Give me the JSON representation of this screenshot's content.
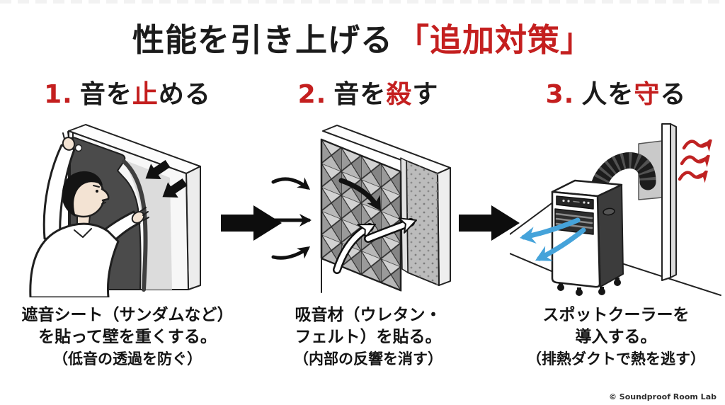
{
  "page": {
    "title_main": "性能を引き上げる",
    "title_highlight": "「追加対策」",
    "credit": "© Soundproof Room Lab"
  },
  "steps": [
    {
      "number": "1.",
      "heading_pre": "音を",
      "heading_accent": "止",
      "heading_post": "める",
      "caption_line1": "遮音シート（サンダムなど）",
      "caption_line2": "を貼って壁を重くする。",
      "caption_note": "（低音の透過を防ぐ）",
      "illustration_alt": "person-attaching-dark-sound-insulation-sheet-to-wall"
    },
    {
      "number": "2.",
      "heading_pre": "音を",
      "heading_accent": "殺",
      "heading_post": "す",
      "caption_line1": "吸音材（ウレタン・",
      "caption_line2": "フェルト）を貼る。",
      "caption_note": "（内部の反響を消す）",
      "illustration_alt": "pyramid-acoustic-foam-panel-absorbing-sound-waves"
    },
    {
      "number": "3.",
      "heading_pre": "人を",
      "heading_accent": "守",
      "heading_post": "る",
      "caption_line1": "スポットクーラーを",
      "caption_line2": "導入する。",
      "caption_note": "（排熱ダクトで熱を逃す）",
      "illustration_alt": "portable-spot-cooler-with-exhaust-duct-through-wall"
    }
  ],
  "icons": {
    "step_connector": "right-arrow-icon",
    "sound_flow": "curved-arrow-icon",
    "cool_air": "blue-arrow-icon",
    "heat_exhaust": "red-wavy-arrow-icon"
  },
  "colors": {
    "accent_red": "#c41f1f",
    "text_black": "#1b1b1b",
    "cool_air_blue": "#45a3da",
    "heat_red": "#bf2222",
    "sheet_dark_gray": "#4b4b4b"
  }
}
